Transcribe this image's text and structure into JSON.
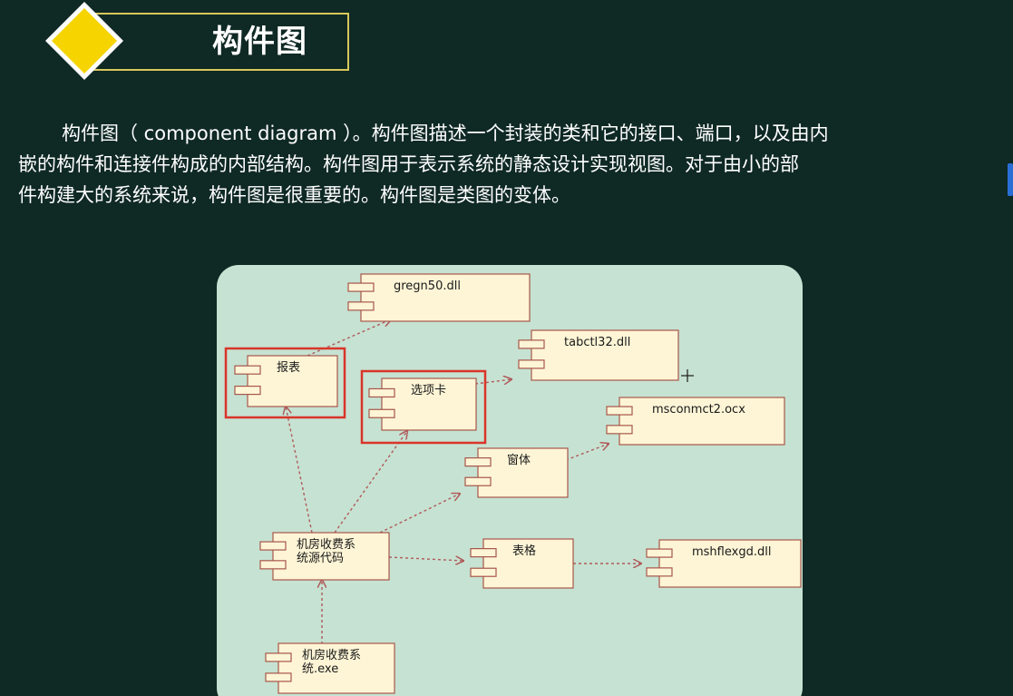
{
  "header": {
    "title": "构件图"
  },
  "description": {
    "lines": [
      "构件图（ component diagram ）。构件图描述一个封装的类和它的接口、端口，以及由内",
      "嵌的构件和连接件构成的内部结构。构件图用于表示系统的静态设计实现视图。对于由小的部",
      "件构建大的系统来说，构件图是很重要的。构件图是类图的变体。"
    ]
  },
  "diagram": {
    "components": [
      {
        "id": "gregn",
        "label": "gregn50.dll"
      },
      {
        "id": "tabctl",
        "label": "tabctl32.dll"
      },
      {
        "id": "baobiao",
        "label": "报表"
      },
      {
        "id": "xuanxiangka",
        "label": "选项卡"
      },
      {
        "id": "mscomct",
        "label": "msconmct2.ocx"
      },
      {
        "id": "chuangti",
        "label": "窗体"
      },
      {
        "id": "source",
        "label": "机房收费系\n统源代码"
      },
      {
        "id": "biaoge",
        "label": "表格"
      },
      {
        "id": "mshflex",
        "label": "mshflexgd.dll"
      },
      {
        "id": "exe",
        "label": "机房收费系\n统.exe"
      }
    ],
    "highlighted": [
      "baobiao",
      "xuanxiangka"
    ],
    "dependencies": [
      [
        "baobiao",
        "gregn"
      ],
      [
        "xuanxiangka",
        "tabctl"
      ],
      [
        "chuangti",
        "mscomct"
      ],
      [
        "source",
        "baobiao"
      ],
      [
        "source",
        "xuanxiangka"
      ],
      [
        "source",
        "chuangti"
      ],
      [
        "source",
        "biaoge"
      ],
      [
        "biaoge",
        "mshflex"
      ],
      [
        "exe",
        "source"
      ]
    ]
  },
  "colors": {
    "background": "#0f2924",
    "panel": "#c6e2d2",
    "component_fill": "#fdf5d6",
    "component_stroke": "#a8564a",
    "highlight": "#d9352a",
    "accent_diamond": "#f5d400",
    "title_border": "#d6c85a"
  }
}
